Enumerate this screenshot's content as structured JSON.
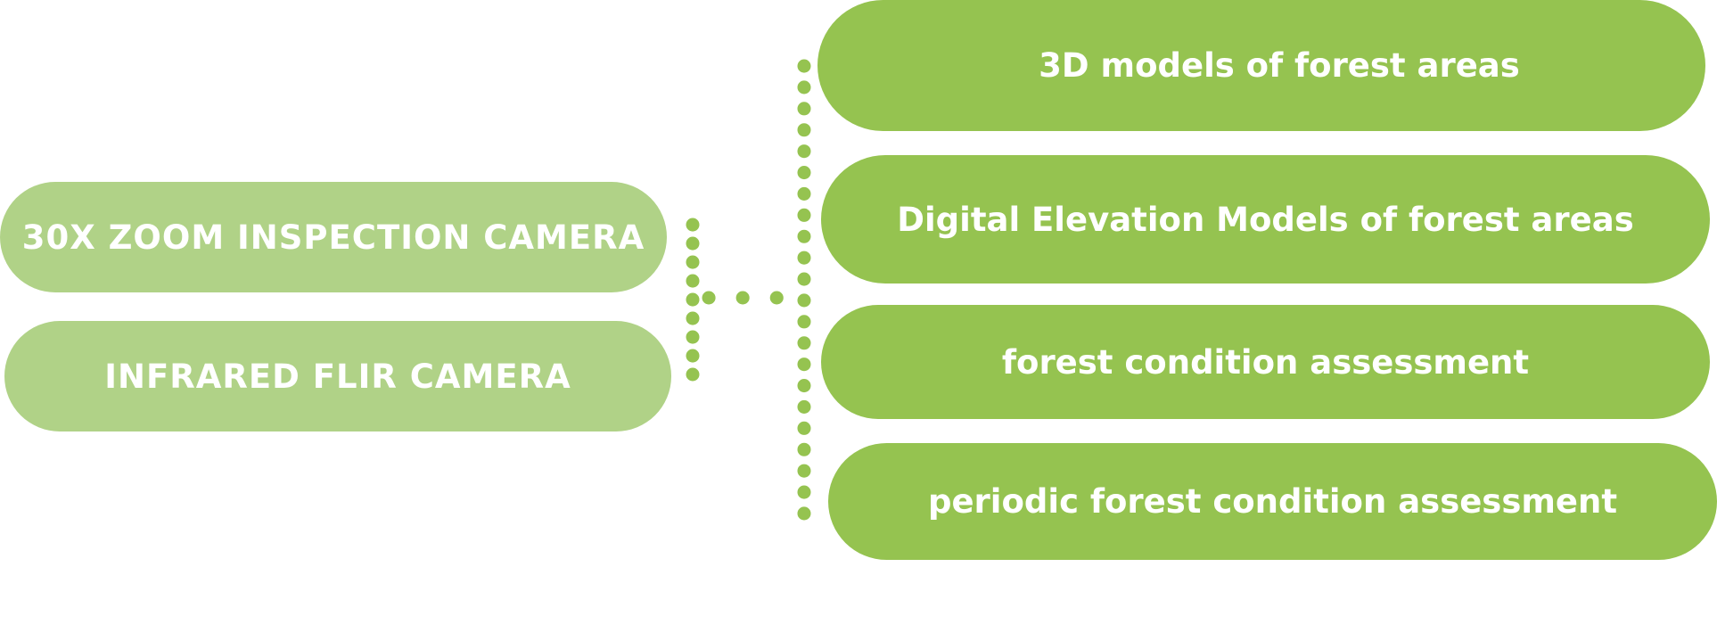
{
  "colors": {
    "left_pill": "#b0d287",
    "right_pill": "#95c350",
    "connector": "#95c350"
  },
  "inputs": [
    "30X ZOOM INSPECTION CAMERA",
    "INFRARED FLIR CAMERA"
  ],
  "outputs": [
    "3D models of forest areas",
    "Digital Elevation Models of forest areas",
    "forest condition assessment",
    "periodic forest condition assessment"
  ]
}
